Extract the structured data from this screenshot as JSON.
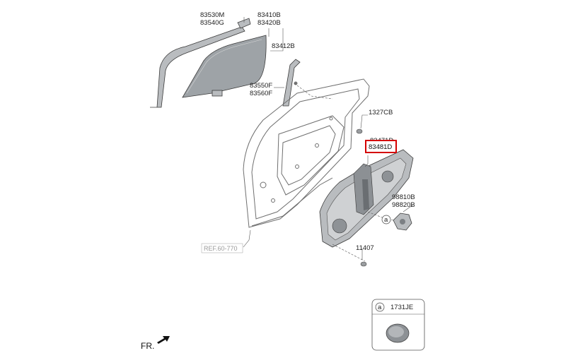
{
  "parts": {
    "p83530M": "83530M",
    "p83540G": "83540G",
    "p83410B": "83410B",
    "p83420B": "83420B",
    "p83412B": "83412B",
    "p83550F": "83550F",
    "p83560F": "83560F",
    "p1327CB": "1327CB",
    "p83471D": "83471D",
    "p83481D": "83481D",
    "p98810B": "98810B",
    "p98820B": "98820B",
    "p11407": "11407",
    "ref": "REF.60-770"
  },
  "callout": {
    "letter": "a",
    "part": "1731JE"
  },
  "direction_label": "FR.",
  "highlight_color": "#d40000"
}
